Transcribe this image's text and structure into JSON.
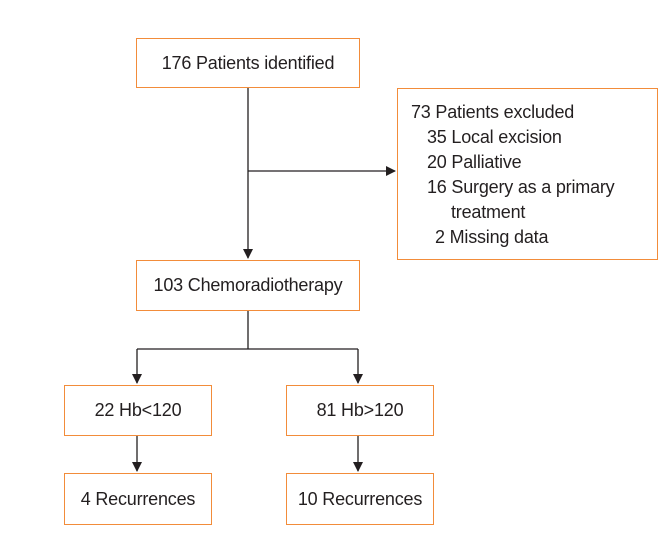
{
  "flowchart": {
    "identified": "176 Patients identified",
    "excluded": {
      "title": "73 Patients excluded",
      "items": [
        "35 Local excision",
        "20 Palliative",
        "16 Surgery as a primary",
        "treatment",
        "2 Missing data"
      ]
    },
    "chemoradiotherapy": "103 Chemoradiotherapy",
    "hb_low": "22 Hb<120",
    "hb_high": "81 Hb>120",
    "recurrences_low": "4 Recurrences",
    "recurrences_high": "10 Recurrences"
  },
  "colors": {
    "box_border": "#f28c3a",
    "connector": "#231f20",
    "text": "#231f20"
  }
}
